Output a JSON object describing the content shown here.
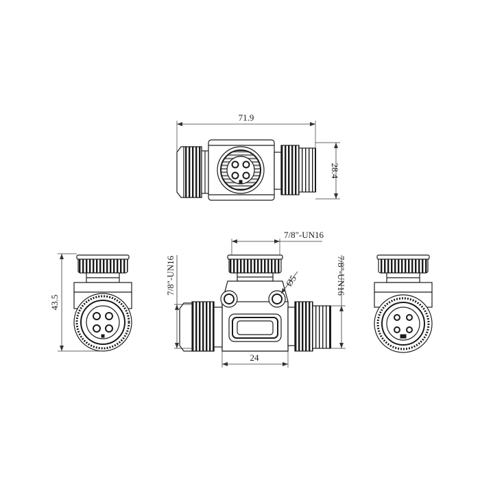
{
  "dimensions": {
    "overall_length": "71.9",
    "height_top": "28.4",
    "overall_height": "43.5",
    "thread_top": "7/8\"-UN16",
    "thread_left": "7/8\"-UN16",
    "thread_right": "7/8\"-UN16",
    "hole_diameter": "Ø5",
    "body_width": "24"
  }
}
